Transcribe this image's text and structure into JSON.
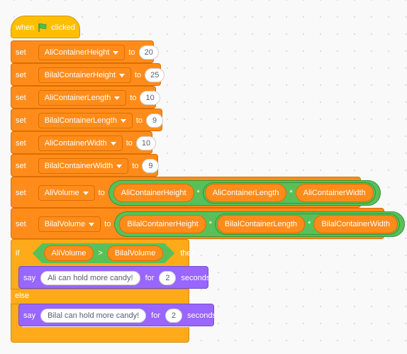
{
  "hat": {
    "when": "when",
    "clicked": "clicked",
    "flag_icon": "green-flag-icon"
  },
  "keywords": {
    "set": "set",
    "to": "to",
    "if": "if",
    "then": "then",
    "else": "else",
    "say": "say",
    "for": "for",
    "seconds": "seconds"
  },
  "sets": [
    {
      "variable": "AliContainerHeight",
      "value": "20"
    },
    {
      "variable": "BilalContainerHeight",
      "value": "25"
    },
    {
      "variable": "AliContainerLength",
      "value": "10"
    },
    {
      "variable": "BilalContainerLength",
      "value": "9"
    },
    {
      "variable": "AliContainerWidth",
      "value": "10"
    },
    {
      "variable": "BilalContainerWidth",
      "value": "9"
    }
  ],
  "volumes": [
    {
      "variable": "AliVolume",
      "terms": [
        "AliContainerHeight",
        "AliContainerLength",
        "AliContainerWidth"
      ],
      "operator": "*"
    },
    {
      "variable": "BilalVolume",
      "terms": [
        "BilalContainerHeight",
        "BilalContainerLength",
        "BilalContainerWidth"
      ],
      "operator": "*"
    }
  ],
  "condition": {
    "left": "AliVolume",
    "operator": ">",
    "right": "BilalVolume"
  },
  "say_then": {
    "message": "Ali can hold more candy!",
    "seconds": "2"
  },
  "say_else": {
    "message": "Bilal can hold more candy!",
    "seconds": "2"
  },
  "colors": {
    "events": "#ffbf00",
    "variables": "#ff8c1a",
    "control": "#ffab19",
    "looks": "#9966ff",
    "operators": "#59c059"
  }
}
